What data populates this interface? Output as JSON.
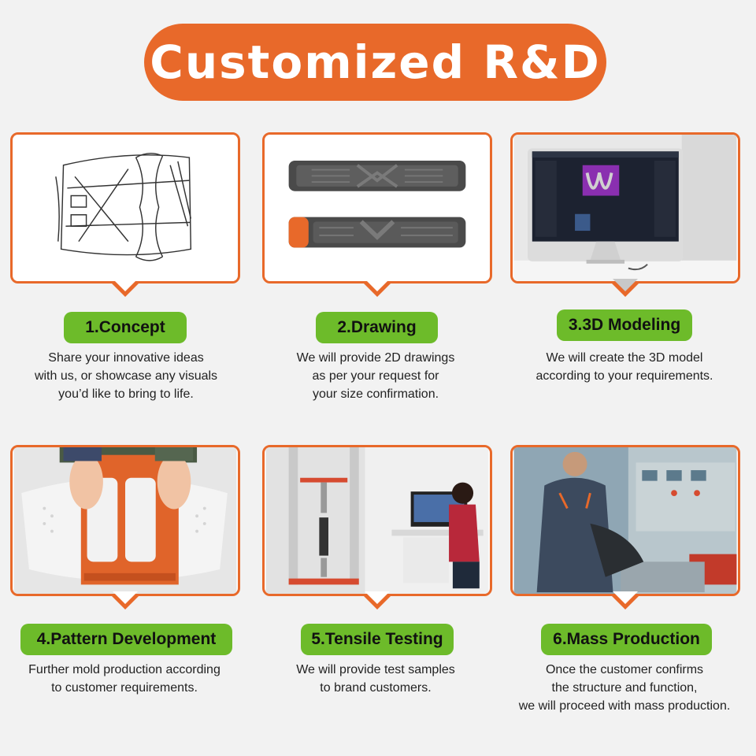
{
  "header": {
    "title": "Customized R&D"
  },
  "steps": [
    {
      "label": "1.Concept",
      "lines": [
        "Share your innovative ideas",
        "with us, or showcase any visuals",
        "you’d like to bring to life."
      ],
      "image": "concept-sketch-icon"
    },
    {
      "label": "2.Drawing",
      "lines": [
        "We will provide 2D drawings",
        "as per your request for",
        "your size confirmation."
      ],
      "image": "belt-drawing-icon"
    },
    {
      "label": "3.3D Modeling",
      "lines": [
        "We will create the 3D model",
        "according to your requirements."
      ],
      "image": "monitor-3d-icon"
    },
    {
      "label": "4.Pattern Development",
      "lines": [
        "Further mold production according",
        "to customer requirements."
      ],
      "image": "pattern-mold-icon"
    },
    {
      "label": "5.Tensile Testing",
      "lines": [
        "We will provide test samples",
        "to brand customers."
      ],
      "image": "tensile-tester-icon"
    },
    {
      "label": "6.Mass Production",
      "lines": [
        "Once the customer confirms",
        "the structure and function,",
        "we will proceed with mass production."
      ],
      "image": "factory-worker-icon"
    }
  ],
  "colors": {
    "accent": "#e8692a",
    "label_bg": "#6dbb2a",
    "background": "#f2f2f2"
  }
}
